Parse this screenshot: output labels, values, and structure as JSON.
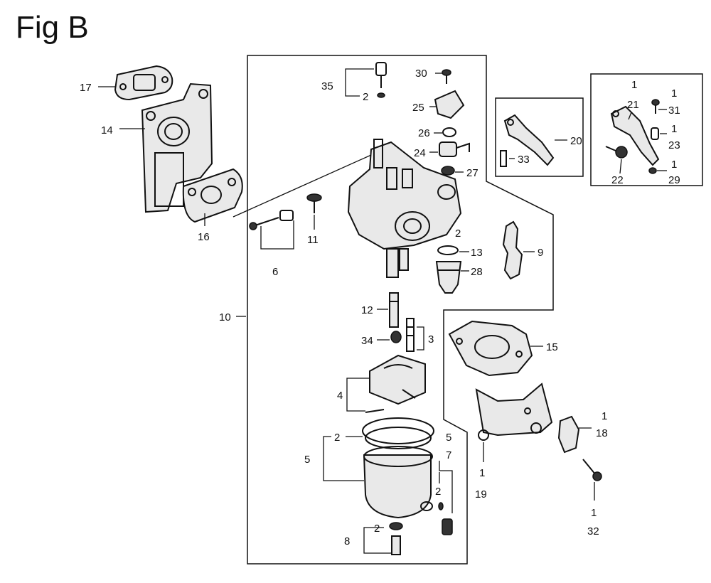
{
  "figure_title": "Fig B",
  "callouts": {
    "c17": "17",
    "c14": "14",
    "c16": "16",
    "c6": "6",
    "c11": "11",
    "c10": "10",
    "c35": "35",
    "c35_2": "2",
    "c30": "30",
    "c25": "25",
    "c26": "26",
    "c24": "24",
    "c27": "27",
    "c13_q": "2",
    "c13": "13",
    "c28": "28",
    "c9": "9",
    "c12": "12",
    "c34": "34",
    "c3": "3",
    "c4": "4",
    "c5": "5",
    "c5_2": "2",
    "c7_5": "5",
    "c7": "7",
    "c7_2": "2",
    "c8": "8",
    "c8_2": "2",
    "c20": "20",
    "c33": "33",
    "c21_q": "1",
    "c21": "21",
    "c31_q": "1",
    "c31": "31",
    "c23_q": "1",
    "c23": "23",
    "c22": "22",
    "c29_q": "1",
    "c29": "29",
    "c15": "15",
    "c18_q": "1",
    "c18": "18",
    "c19_q": "1",
    "c19": "19",
    "c32_q": "1",
    "c32": "32"
  }
}
